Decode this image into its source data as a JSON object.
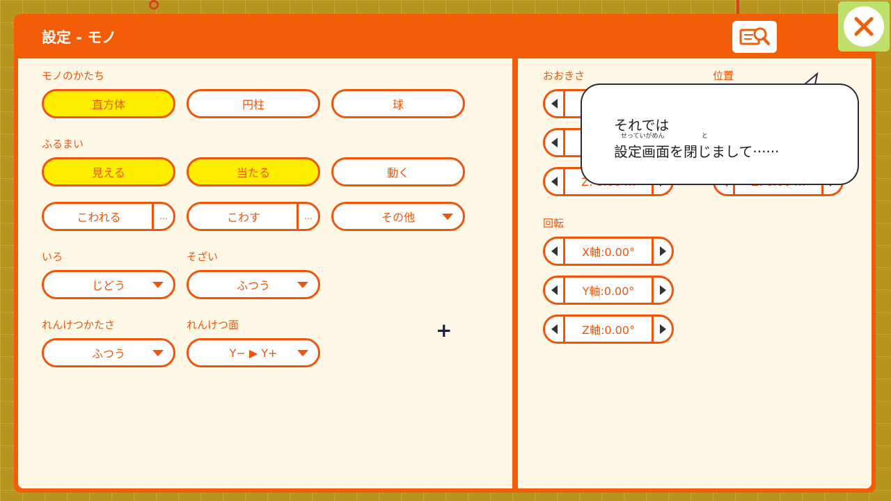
{
  "title": "設定 - モノ",
  "left": {
    "shape_label": "モノのかたち",
    "shapes": [
      {
        "label": "直方体",
        "selected": true
      },
      {
        "label": "円柱",
        "selected": false
      },
      {
        "label": "球",
        "selected": false
      }
    ],
    "behavior_label": "ふるまい",
    "behaviors": [
      {
        "label": "見える",
        "selected": true
      },
      {
        "label": "当たる",
        "selected": true
      },
      {
        "label": "動く",
        "selected": false
      }
    ],
    "extras": [
      {
        "label": "こわれる",
        "more": "…"
      },
      {
        "label": "こわす",
        "more": "…"
      },
      {
        "label": "その他"
      }
    ],
    "color_label": "いろ",
    "color_value": "じどう",
    "material_label": "そざい",
    "material_value": "ふつう",
    "joint_hardness_label": "れんけつかたさ",
    "joint_hardness_value": "ふつう",
    "joint_face_label": "れんけつ面",
    "joint_face_value": "Y− ▶ Y+",
    "plus": "+"
  },
  "right": {
    "size_label": "おおきさ",
    "position_label": "位置",
    "size_z": "Z: 0.00 m",
    "position_z": "Z: 0.00 m",
    "rotation_label": "回転",
    "rotation": [
      {
        "label": "X軸:0.00°"
      },
      {
        "label": "Y軸:0.00°"
      },
      {
        "label": "Z軸:0.00°"
      }
    ]
  },
  "bubble": {
    "line1": "それでは",
    "ruby1": "せっていがめん",
    "ruby2": "と",
    "line2": "設定画面を閉じまして······"
  },
  "colors": {
    "accent": "#f45d08",
    "panel": "#fff8e6",
    "selected": "#ffee00"
  },
  "icons": {
    "help": "magnifier-doc-icon",
    "close": "close-icon"
  }
}
